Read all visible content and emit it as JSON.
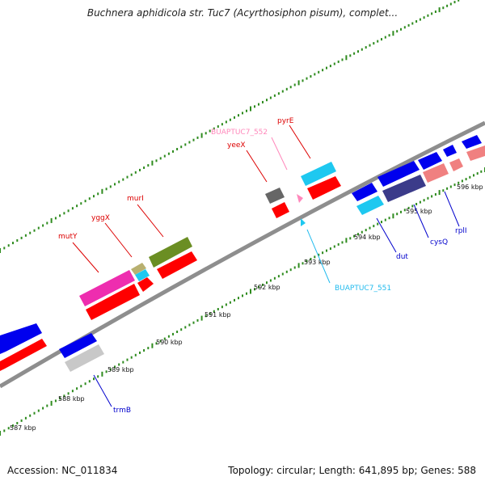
{
  "title": "Buchnera aphidicola str. Tuc7 (Acyrthosiphon pisum), complet...",
  "footer": {
    "accession": "Accession: NC_011834",
    "summary": "Topology: circular; Length: 641,895 bp; Genes: 588"
  },
  "colors": {
    "backbone": "#8e8e8e",
    "tick": "#2e8b1e",
    "gene_red": "#ff0000",
    "gene_blue": "#0000ee",
    "gene_cyan": "#1ec8f0",
    "gene_pink": "#ee2daf",
    "gene_olive": "#6b8e23",
    "gene_navy": "#3b3b8a",
    "gene_salmon": "#f08080",
    "gene_gray": "#666666",
    "label_red": "#dd0000",
    "label_blue": "#0000cc",
    "label_cyan": "#22bbee",
    "label_pink": "#ff88bb"
  },
  "scale_labels": [
    "587 kbp",
    "588 kbp",
    "589 kbp",
    "590 kbp",
    "591 kbp",
    "592 kbp",
    "593 kbp",
    "594 kbp",
    "595 kbp",
    "596 kbp"
  ],
  "gene_labels": {
    "mutY": "mutY",
    "yggX": "yggX",
    "murI": "murI",
    "yeeX": "yeeX",
    "buaptuc7_552": "BUAPTUC7_552",
    "pyrE": "pyrE",
    "trmB": "trmB",
    "buaptuc7_551": "BUAPTUC7_551",
    "dut": "dut",
    "cysQ": "cysQ",
    "rplI": "rplI"
  }
}
